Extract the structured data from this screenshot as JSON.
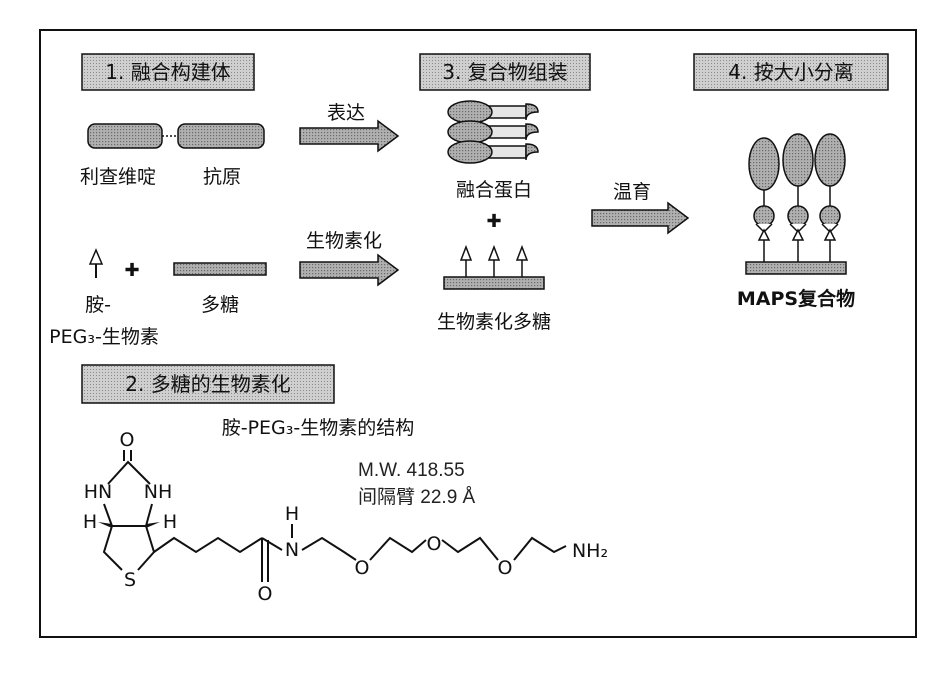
{
  "headers": {
    "h1": "1. 融合构建体",
    "h2": "2. 多糖的生物素化",
    "h3": "3. 复合物组装",
    "h4": "4. 按大小分离"
  },
  "labels": {
    "rhizavidin": "利查维啶",
    "antigen": "抗原",
    "expression": "表达",
    "fusion_protein": "融合蛋白",
    "plus_1": "✚",
    "plus_2": "✚",
    "biotinylation": "生物素化",
    "incubation": "温育",
    "amine": "胺-",
    "peg_biotin": "PEG₃-生物素",
    "polysaccharide": "多糖",
    "biotinylated_polysaccharide": "生物素化多糖",
    "maps_complex": "MAPS复合物"
  },
  "structure": {
    "title": "胺-PEG₃-生物素的结构",
    "mw": "M.W. 418.55",
    "spacer": "间隔臂 22.9 Å",
    "atoms": {
      "o_carbonyl_top": "O",
      "hn_left": "HN",
      "nh_right": "NH",
      "h_left": "H",
      "h_right": "H",
      "s": "S",
      "o_amide": "O",
      "h_amide": "H",
      "n_amide": "N",
      "o_ether_1": "O",
      "o_ether_2": "O",
      "o_ether_3": "O",
      "nh2": "NH₂"
    }
  },
  "colors": {
    "header_fill": "#c8c8c8",
    "shape_fill": "#b4b4b4",
    "arrow_fill": "#9a9a9a",
    "border": "#111111"
  }
}
